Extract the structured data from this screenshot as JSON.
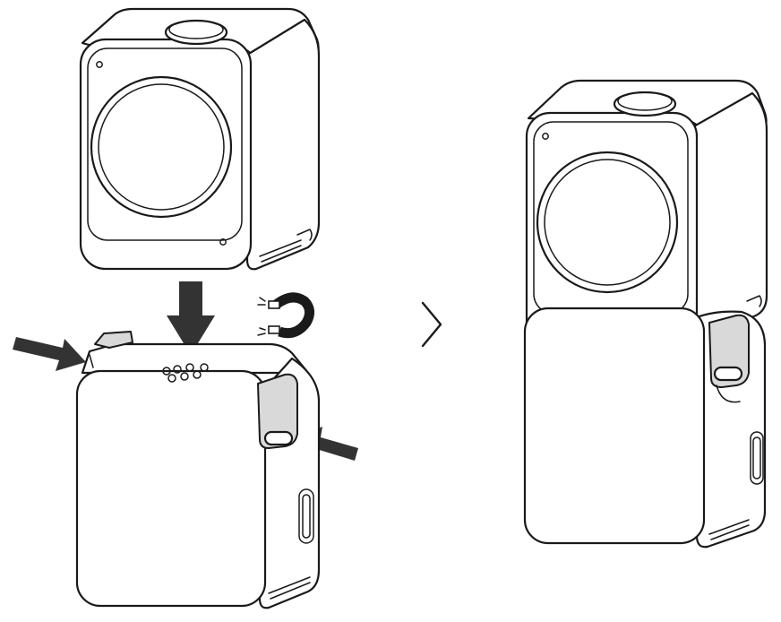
{
  "figure": {
    "steps": [
      {
        "id": "step-1",
        "description_icons": [
          "camera-unit",
          "battery-module",
          "press-arrow-left",
          "press-arrow-right",
          "down-arrow",
          "magnet-icon"
        ]
      },
      {
        "id": "step-2",
        "description_icons": [
          "attached-assembly"
        ]
      }
    ],
    "separator_icon": "chevron-right-icon",
    "colors": {
      "line": "#1a1a1a",
      "arrow": "#333333",
      "accent_fill": "#d9d9d9",
      "background": "#ffffff"
    }
  }
}
